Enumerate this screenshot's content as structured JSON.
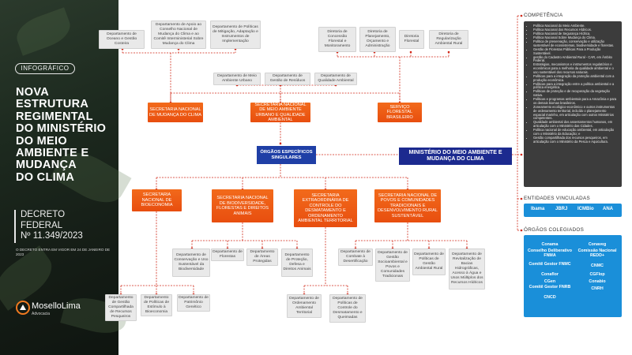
{
  "left": {
    "badge": "INFOGRÁFICO",
    "title_lines": [
      "NOVA",
      "ESTRUTURA",
      "REGIMENTAL",
      "DO MINISTÉRIO",
      "DO MEIO",
      "AMBIENTE E",
      "MUDANÇA",
      "DO CLIMA"
    ],
    "decree_lines": [
      "DECRETO",
      "FEDERAL",
      "Nº 11.349/2023"
    ],
    "note": "O DECRETO ENTRA EM VIGOR EM 24 DE JANEIRO DE 2023",
    "logo_name": "MoselloLima",
    "logo_sub": "Advocacia"
  },
  "diagram": {
    "top_gray_a": [
      "Departamento de Oceano e Gestão Costeira",
      "Departamento de Apoio ao Conselho Nacional de Mudança do Clima e ao Comitê Interministerial Sobre Mudança do Clima",
      "Departamento de Políticas de Mitigação, Adaptação e Instrumentos de Implementação"
    ],
    "top_gray_b": [
      "Diretoria de Concessão Florestal e Monitoramento",
      "Diretoria de Planejamento, Orçamento e Administração",
      "Diretoria Florestal",
      "Diretoria de Regularização Ambiental Rural"
    ],
    "mid_gray": [
      "Departamento de Meio Ambiente Urbano",
      "Departamento de Gestão de Resíduos",
      "Departamento de Qualidade Ambiental"
    ],
    "sec_top": [
      "SECRETARIA NACIONAL DE MUDANÇA DO CLIMA",
      "SECRETARIA NACIONAL DE MEIO AMBIENTE URBANO E QUALIDADE AMBIENTAL",
      "SERVIÇO FLORESTAL BRASILEIRO"
    ],
    "center": "ÓRGÃOS ESPECÍFICOS SINGULARES",
    "ministry": "MINISTÉRIO DO MEIO AMBIENTE E MUDANÇA DO CLIMA",
    "sec_bottom": [
      "SECRETARIA NACIONAL DE BIOECONOMIA",
      "SECRETARIA NACIONAL DE BIODIVERSIDADE, FLORESTAS E DIREITOS ANIMAIS",
      "SECRETARIA EXTRAORDINÁRIA DE CONTROLE DO DESMATAMENTO E ORDENAMENTO AMBIENTAL TERRITORIAL",
      "SECRETARIA NACIONAL DE POVOS E COMUNIDADES TRADICIONAIS E DESENVOLVIMENTO RURAL SUSTENTÁVEL"
    ],
    "bio_depts": [
      "Departamento de Conservação e Uso Sustentável da Biodiversidade",
      "Departamento de Florestas",
      "Departamento de Áreas Protegidas",
      "Departamento de Proteção, Defesa e Direitos Animais"
    ],
    "bioeco_depts": [
      "Departamento de Gestão Compartilhada de Recursos Pesqueiros",
      "Departamento de Políticas de Estímulo à Bioeconomia",
      "Departamento de Patrimônio Genético"
    ],
    "desmat_depts": [
      "Departamento de Ordenamento Ambiental Territorial",
      "Departamento de Políticas de Controle do Desmatamento e Queimadas"
    ],
    "povos_depts": [
      "Departamento de Combate à Desertificação",
      "Departamento de Gestão Socioambiental e Povos e Comunidades Tradicionais",
      "Departamento de Políticas de Gestão Ambiental Rural",
      "Departamento de Revitalização de Bacias Hidrográficas, Acesso à Água e Usos Múltiplos dos Recursos Hídricos"
    ]
  },
  "right": {
    "comp_title": "COMPETÊNCIA",
    "comp_items": [
      "Política Nacional do Meio Ambiente.",
      "Política Nacional dos Recursos Hídricos.",
      "Política Nacional de Segurança Hídrica.",
      "Política Nacional Sobre Mudança do Clima.",
      "Política de preservação, conservação e utilização sustentável de ecossistemas, biodiversidade e florestas.",
      "Gestão de Florestas Públicas Para a Produção Sustentável.",
      "gestão do Cadastro Ambiental Rural - CAR, em Âmbito Federal.",
      "Estratégias, mecanismos e instrumentos regulatórios e econômicos para a melhoria da qualidade ambiental e o uso sustentável dos recursos naturais.",
      "Políticas para a integração da proteção ambiental com a produção econômica.",
      "Políticas para a integração entre a política ambiental e a política energética.",
      "Políticas de proteção e de recuperação da vegetação nativa.",
      "Políticas e programas ambientais para a Amazônia e para os demais biomas brasileiros.",
      "Zoneamento ecológico-econômico e outros instrumentos de ordenamento territorial, incluído o planejamento espacial marinho, em articulação com outros Ministérios competentes.",
      "Qualidade ambiental dos assentamentos humanos, em articulação com o Ministério das Cidades.",
      "Política nacional de educação ambiental, em articulação com o Ministério da Educação; e",
      "Gestão compartilhada dos recursos pesqueiros, em articulação com o Ministério da Pesca e Aquicultura."
    ],
    "ent_title": "ENTIDADES VINCULADAS",
    "entities": [
      "Ibama",
      "JBRJ",
      "ICMBio",
      "ANA"
    ],
    "col_title": "ÓRGÃOS COLEGIADOS",
    "col_left": [
      "Conama",
      "Conselho Deliberativo FNMA",
      "Comitê Gestor FNMC",
      "Conaflor",
      "CGen",
      "Comitê Gestor FNRB",
      "CNCD"
    ],
    "col_right": [
      "Conaveg",
      "Comissão Nacional REDD+",
      "CNMC",
      "CGFlop",
      "Conabio",
      "CNRH"
    ]
  }
}
